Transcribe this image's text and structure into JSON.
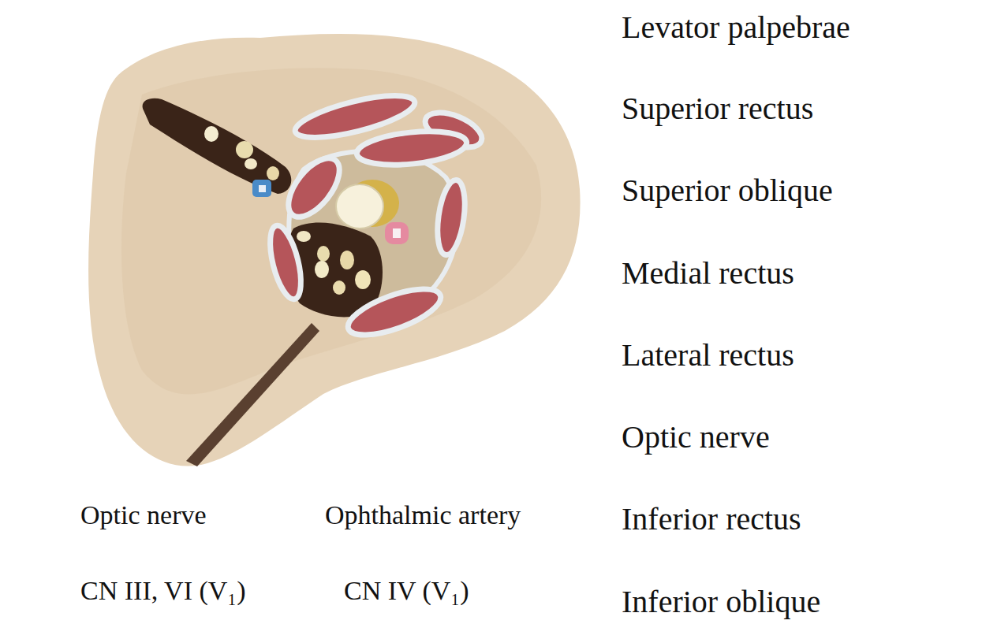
{
  "diagram": {
    "labels": [
      "Levator palpebrae",
      "Superior rectus",
      "Superior oblique",
      "Medial rectus",
      "Lateral rectus",
      "Optic nerve",
      "Inferior rectus",
      "Inferior oblique",
      "Optic nerve",
      "Ophthalmic artery",
      "CN III, VI (V₁)",
      "CN IV (V₁)"
    ]
  }
}
